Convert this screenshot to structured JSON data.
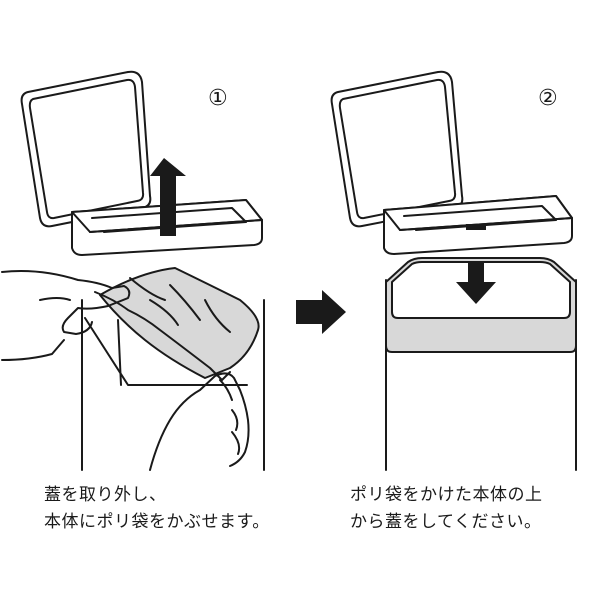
{
  "steps": [
    {
      "number": "①",
      "caption_line1": "蓋を取り外し、",
      "caption_line2": "本体にポリ袋をかぶせます。"
    },
    {
      "number": "②",
      "caption_line1": "ポリ袋をかけた本体の上",
      "caption_line2": "から蓋をしてください。"
    }
  ]
}
